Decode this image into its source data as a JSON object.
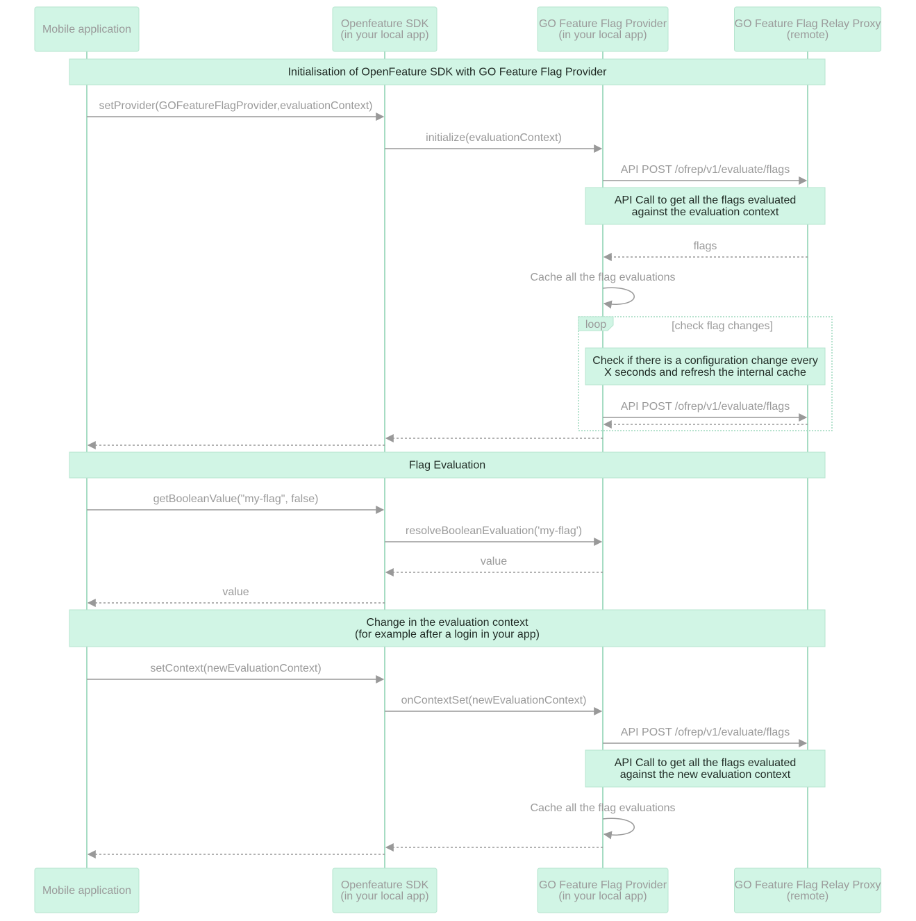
{
  "actors": [
    {
      "id": "app",
      "lines": [
        "Mobile application"
      ]
    },
    {
      "id": "sdk",
      "lines": [
        "Openfeature SDK",
        "(in your local app)"
      ]
    },
    {
      "id": "provider",
      "lines": [
        "GO Feature Flag Provider",
        "(in your local app)"
      ]
    },
    {
      "id": "relay",
      "lines": [
        "GO Feature Flag Relay Proxy",
        "(remote)"
      ]
    }
  ],
  "sections": [
    {
      "id": "init",
      "lines": [
        "Initialisation of OpenFeature SDK with GO Feature Flag Provider"
      ]
    },
    {
      "id": "eval",
      "lines": [
        "Flag Evaluation"
      ]
    },
    {
      "id": "ctx",
      "lines": [
        "Change in the evaluation context",
        "(for example after a login in your app)"
      ]
    }
  ],
  "notes": [
    {
      "id": "api-call-1",
      "lines": [
        "API Call to get all the flags evaluated",
        "against the evaluation context"
      ]
    },
    {
      "id": "check-change",
      "lines": [
        "Check if there is a configuration change every",
        "X seconds and refresh the internal cache"
      ]
    },
    {
      "id": "api-call-2",
      "lines": [
        "API Call to get all the flags evaluated",
        "against the new evaluation context"
      ]
    }
  ],
  "loop": {
    "label": "loop",
    "condition": "[check flag changes]"
  },
  "messages": [
    {
      "id": "m1",
      "from": "app",
      "to": "sdk",
      "label": "setProvider(GOFeatureFlagProvider,evaluationContext)",
      "style": "solid"
    },
    {
      "id": "m2",
      "from": "sdk",
      "to": "provider",
      "label": "initialize(evaluationContext)",
      "style": "solid"
    },
    {
      "id": "m3",
      "from": "provider",
      "to": "relay",
      "label": "API POST /ofrep/v1/evaluate/flags",
      "style": "solid"
    },
    {
      "id": "m4",
      "from": "relay",
      "to": "provider",
      "label": "flags",
      "style": "dashed"
    },
    {
      "id": "m5",
      "from": "provider",
      "to": "provider",
      "label": "Cache all the flag evaluations",
      "style": "self"
    },
    {
      "id": "m6",
      "from": "provider",
      "to": "relay",
      "label": "API POST /ofrep/v1/evaluate/flags",
      "style": "solid"
    },
    {
      "id": "m7",
      "from": "relay",
      "to": "provider",
      "label": "",
      "style": "dashed"
    },
    {
      "id": "m8",
      "from": "provider",
      "to": "sdk",
      "label": "",
      "style": "dashed"
    },
    {
      "id": "m9",
      "from": "sdk",
      "to": "app",
      "label": "",
      "style": "dashed"
    },
    {
      "id": "m10",
      "from": "app",
      "to": "sdk",
      "label": "getBooleanValue(\"my-flag\", false)",
      "style": "solid"
    },
    {
      "id": "m11",
      "from": "sdk",
      "to": "provider",
      "label": "resolveBooleanEvaluation('my-flag')",
      "style": "solid"
    },
    {
      "id": "m12",
      "from": "provider",
      "to": "sdk",
      "label": "value",
      "style": "dashed"
    },
    {
      "id": "m13",
      "from": "sdk",
      "to": "app",
      "label": "value",
      "style": "dashed"
    },
    {
      "id": "m14",
      "from": "app",
      "to": "sdk",
      "label": "setContext(newEvaluationContext)",
      "style": "solid"
    },
    {
      "id": "m15",
      "from": "sdk",
      "to": "provider",
      "label": "onContextSet(newEvaluationContext)",
      "style": "solid"
    },
    {
      "id": "m16",
      "from": "provider",
      "to": "relay",
      "label": "API POST /ofrep/v1/evaluate/flags",
      "style": "solid"
    },
    {
      "id": "m17",
      "from": "provider",
      "to": "provider",
      "label": "Cache all the flag evaluations",
      "style": "self"
    },
    {
      "id": "m18",
      "from": "provider",
      "to": "sdk",
      "label": "",
      "style": "dashed"
    },
    {
      "id": "m19",
      "from": "sdk",
      "to": "app",
      "label": "",
      "style": "dashed"
    }
  ]
}
